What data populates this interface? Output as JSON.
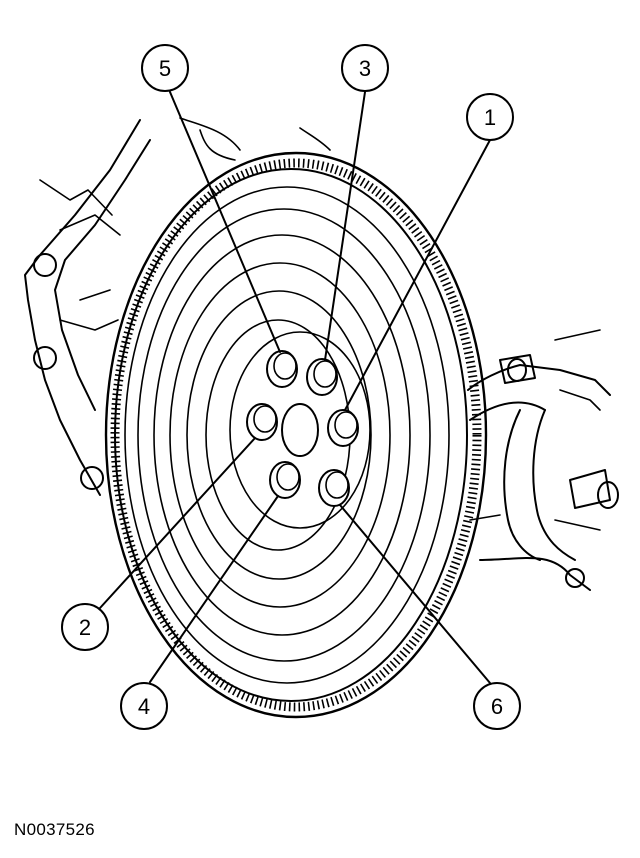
{
  "diagram": {
    "reference_code": "N0037526",
    "callouts": [
      {
        "id": "5",
        "label": "5"
      },
      {
        "id": "3",
        "label": "3"
      },
      {
        "id": "1",
        "label": "1"
      },
      {
        "id": "2",
        "label": "2"
      },
      {
        "id": "4",
        "label": "4"
      },
      {
        "id": "6",
        "label": "6"
      }
    ]
  }
}
